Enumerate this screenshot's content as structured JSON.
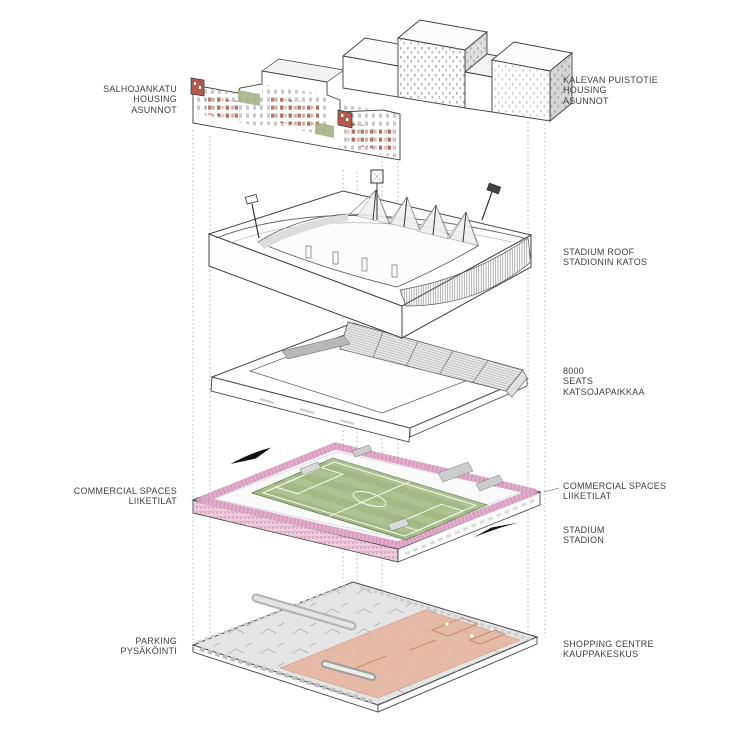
{
  "diagram": {
    "type": "exploded-axonometric-stadium-diagram",
    "labels": {
      "salhojankatu_housing": [
        "SALHOJANKATU",
        "HOUSING",
        "ASUNNOT"
      ],
      "kalevan_housing": [
        "KALEVAN PUISTOTIE",
        "HOUSING",
        "ASUNNOT"
      ],
      "stadium_roof": [
        "STADIUM ROOF",
        "STADIONIN KATOS"
      ],
      "seats": [
        "8000",
        "SEATS",
        "KATSOJAPAIKKAA"
      ],
      "commercial_left": [
        "COMMERCIAL SPACES",
        "LIIKETILAT"
      ],
      "commercial_right": [
        "COMMERCIAL SPACES",
        "LIIKETILAT"
      ],
      "stadium": [
        "STADIUM",
        "STADION"
      ],
      "parking": [
        "PARKING",
        "PYSÄKÖINTI"
      ],
      "shopping_centre": [
        "SHOPPING CENTRE",
        "KAUPPAKESKUS"
      ]
    },
    "colors": {
      "background": "#ffffff",
      "line": "#3f3f3f",
      "text": "#3f3f3f",
      "pitch_green": "#a3b884",
      "pitch_stripe": "#b7ca9b",
      "commercial_pink": "#e2aecb",
      "commercial_pink_light": "#f0cfe0",
      "commercial_pink_dark": "#c287ab",
      "shopping_salmon": "#e7b29c",
      "shopping_salmon_dark": "#c08268",
      "parking_grey": "#e4e4e4",
      "facade_red": "#b45a4c",
      "stand_grey": "#e8e8e8",
      "arrow_black": "#111111"
    }
  }
}
